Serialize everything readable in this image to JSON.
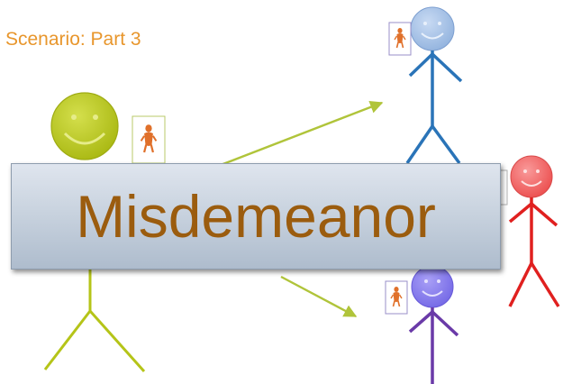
{
  "slide": {
    "title": "Scenario: Part 3",
    "banner": "Misdemeanor"
  },
  "colors": {
    "title": "#e8962c",
    "banner_text": "#9b5c0e",
    "main_figure": "#b5c418",
    "arrow": "#b0c43a",
    "blue_figure_head": "#a9c4e6",
    "blue_figure_body": "#2a74b8",
    "red_figure_head": "#f26b6b",
    "red_figure_body": "#e0201f",
    "purple_figure_head": "#8b7ff0",
    "purple_figure_body": "#6a3aa8",
    "fish_icon": "#e0702a"
  },
  "icons": [
    "smiley-face",
    "stick-figure",
    "orange-figure-icon",
    "arrow"
  ]
}
